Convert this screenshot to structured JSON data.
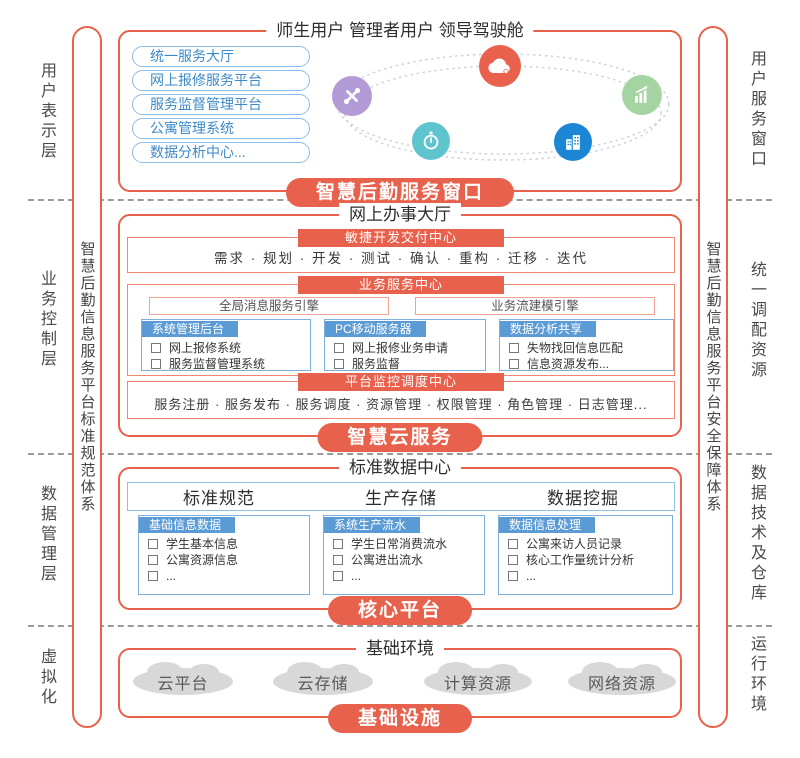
{
  "colors": {
    "accent_red": "#E8614C",
    "light_red_border": "#EE8875",
    "blue_header": "#5B9BD5",
    "blue_border": "#7FAFDC",
    "blue_text": "#3D8AC9",
    "icon_purple": "#B39BD8",
    "icon_teal": "#5EC5CE",
    "icon_blue": "#1B86D3",
    "icon_green": "#A5D4A3",
    "cloud_gray": "#D8D8D8"
  },
  "left_labels": [
    "用户表示层",
    "业务控制层",
    "数据管理层",
    "虚拟化"
  ],
  "left_pill": "智慧后勤信息服务平台标准规范体系",
  "right_pill": "智慧后勤信息服务平台安全保障体系",
  "right_labels": [
    "用户服务窗口",
    "统一调配资源",
    "数据技术及仓库",
    "运行环境"
  ],
  "layer1": {
    "title": "师生用户 管理者用户 领导驾驶舱",
    "portals": [
      "统一服务大厅",
      "网上报修服务平台",
      "服务监督管理平台",
      "公寓管理系统",
      "数据分析中心..."
    ],
    "icons": [
      "tools-icon",
      "cloud-icon",
      "stopwatch-icon",
      "building-icon",
      "bar-chart-icon"
    ],
    "banner": "智慧后勤服务窗口"
  },
  "layer2": {
    "title": "网上办事大厅",
    "agile": {
      "header": "敏捷开发交付中心",
      "items": "需求 · 规划 · 开发 · 测试 · 确认 · 重构 · 迁移 · 迭代"
    },
    "business": {
      "header": "业务服务中心",
      "engines": [
        "全局消息服务引擎",
        "业务流建模引擎"
      ],
      "modules": [
        {
          "header": "系统管理后台",
          "items": [
            "网上报修系统",
            "服务监督管理系统"
          ]
        },
        {
          "header": "PC移动服务器",
          "items": [
            "网上报修业务申请",
            "服务监督"
          ]
        },
        {
          "header": "数据分析共享",
          "items": [
            "失物找回信息匹配",
            "信息资源发布..."
          ]
        }
      ]
    },
    "monitor": {
      "header": "平台监控调度中心",
      "items": "服务注册 · 服务发布 · 服务调度 · 资源管理 · 权限管理 · 角色管理 · 日志管理..."
    },
    "banner": "智慧云服务"
  },
  "layer3": {
    "title": "标准数据中心",
    "columns": [
      "标准规范",
      "生产存储",
      "数据挖掘"
    ],
    "modules": [
      {
        "header": "基础信息数据",
        "items": [
          "学生基本信息",
          "公寓资源信息",
          "..."
        ]
      },
      {
        "header": "系统生产流水",
        "items": [
          "学生日常消费流水",
          "公寓进出流水",
          "..."
        ]
      },
      {
        "header": "数据信息处理",
        "items": [
          "公寓来访人员记录",
          "核心工作量统计分析",
          "..."
        ]
      }
    ],
    "banner": "核心平台"
  },
  "layer4": {
    "title": "基础环境",
    "clouds": [
      "云平台",
      "云存储",
      "计算资源",
      "网络资源"
    ],
    "banner": "基础设施"
  }
}
